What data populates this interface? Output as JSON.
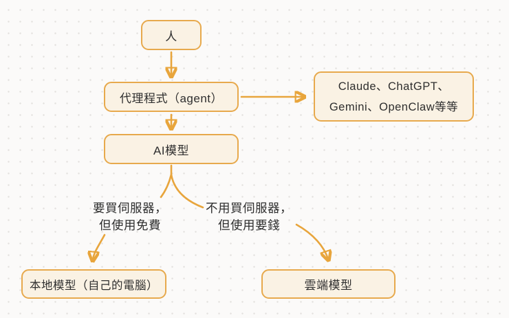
{
  "diagram": {
    "nodes": {
      "person": {
        "label": "人"
      },
      "agent": {
        "label": "代理程式（agent）"
      },
      "ai_model": {
        "label": "AI模型"
      },
      "examples": {
        "line1": "Claude、ChatGPT、",
        "line2": "Gemini、OpenClaw等等"
      },
      "local_model": {
        "label": "本地模型（自己的電腦）"
      },
      "cloud_model": {
        "label": "雲端模型"
      }
    },
    "edge_labels": {
      "left_branch": {
        "line1": "要買伺服器，",
        "line2": "但使用免費"
      },
      "right_branch": {
        "line1": "不用買伺服器，",
        "line2": "但使用要錢"
      }
    },
    "colors": {
      "arrow_stroke": "#E8A53C",
      "node_border": "#E7A94C",
      "node_fill": "#FAF2E4",
      "text": "#2E2E2E",
      "background": "#FBFAF9",
      "grid_dot": "#E3E1DE"
    }
  }
}
